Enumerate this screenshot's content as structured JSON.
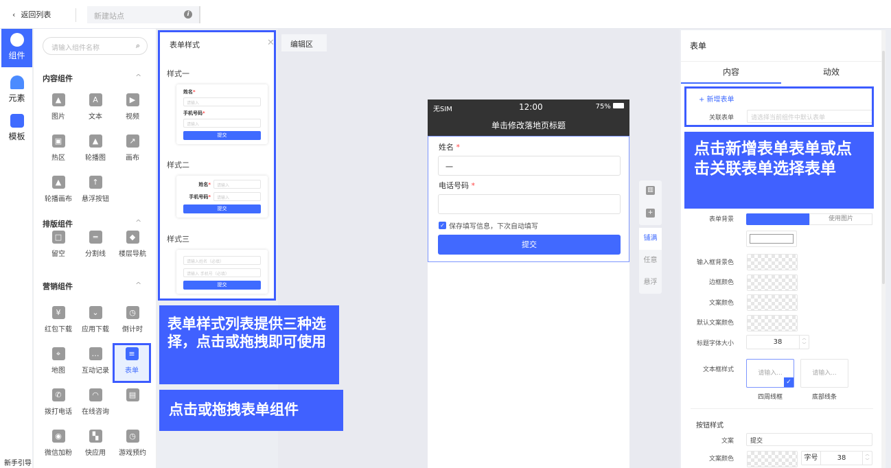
{
  "topbar": {
    "back_label": "返回列表",
    "site_placeholder": "新建站点",
    "info_icon": "i"
  },
  "leftnav": {
    "items": [
      {
        "label": "组件",
        "icon": "puzzle-icon"
      },
      {
        "label": "元素",
        "icon": "shapes-icon"
      },
      {
        "label": "模板",
        "icon": "template-icon"
      }
    ],
    "guide": "新手引导"
  },
  "components": {
    "search_placeholder": "请输入组件名称",
    "sections": [
      {
        "title": "内容组件",
        "items": [
          "图片",
          "文本",
          "视频",
          "热区",
          "轮播图",
          "画布",
          "轮播画布",
          "悬浮按钮"
        ]
      },
      {
        "title": "排版组件",
        "items": [
          "留空",
          "分割线",
          "楼层导航"
        ]
      },
      {
        "title": "营销组件",
        "items": [
          "红包下载",
          "应用下载",
          "倒计时",
          "地图",
          "互动记录",
          "表单",
          "拨打电话",
          "在线咨询",
          "",
          "微信加粉",
          "快应用",
          "游戏预约"
        ]
      }
    ],
    "selected": "表单"
  },
  "style_panel": {
    "title": "表单样式",
    "styles": [
      {
        "label": "样式一",
        "name_label": "姓名",
        "phone_label": "手机号码",
        "placeholder": "请输入",
        "button": "提交"
      },
      {
        "label": "样式二",
        "name_label": "姓名",
        "phone_label": "手机号码",
        "placeholder": "请输入",
        "button": "提交"
      },
      {
        "label": "样式三",
        "name_placeholder": "请输入姓名（必填）",
        "phone_placeholder": "请输入 手机号（必填）",
        "button": "提交"
      }
    ]
  },
  "editor": {
    "tab": "编辑区",
    "phone": {
      "carrier": "无SIM",
      "time": "12:00",
      "battery": "75%",
      "title": "单击修改落地页标题",
      "name_label": "姓名",
      "name_value": "一",
      "phone_label": "电话号码",
      "remember": "保存填写信息，下次自动填写",
      "submit": "提交"
    },
    "modes": [
      "铺满",
      "任意",
      "悬浮"
    ],
    "active_mode": "铺满"
  },
  "right": {
    "title": "表单",
    "tabs": [
      "内容",
      "动效"
    ],
    "active_tab": "内容",
    "add_form": "+ 新增表单",
    "link_label": "关联表单",
    "link_placeholder": "请选择当前组件中默认表单",
    "bg_label": "表单背景",
    "bg_image": "使用图片",
    "input_bg": "输入框背景色",
    "border_color": "边框颜色",
    "text_color": "文案颜色",
    "default_text_color": "默认文案颜色",
    "title_size_label": "标题字体大小",
    "title_size": "38",
    "textbox_style_label": "文本框样式",
    "textbox_placeholder": "请输入...",
    "textbox_opt1": "四周线框",
    "textbox_opt2": "底部线条",
    "button_section": "按钮样式",
    "button_text_label": "文案",
    "button_text": "提交",
    "button_color_label": "文案颜色",
    "font_size_label": "字号",
    "font_size": "38"
  },
  "callouts": {
    "style_list": "表单样式列表提供三种选择，点击或拖拽即可使用",
    "drag_form": "点击或拖拽表单组件",
    "new_form": "点击新增表单表单或点击关联表单选择表单"
  },
  "colors": {
    "accent": "#3f6bff",
    "callout": "#4061ff"
  }
}
